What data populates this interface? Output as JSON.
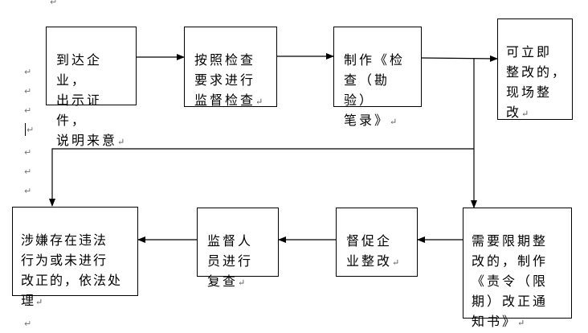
{
  "paragraph_mark": "↵",
  "boxes": {
    "arrive": "到达企业，\n出示证件，\n说明来意",
    "inspect": "按照检查\n要求进行\n监督检查",
    "record": "制作《检\n查（勘验）\n笔录》",
    "immediate": "可立即\n整改的，\n现场整\n改",
    "notice": "需要限期整\n改的，制作\n《责令（限\n期）改正通\n知书》",
    "urge": "督促企\n业整改",
    "review": "监督人\n员进行\n复查",
    "punish": "涉嫌存在违法\n行为或未进行\n改正的，依法处\n理"
  }
}
